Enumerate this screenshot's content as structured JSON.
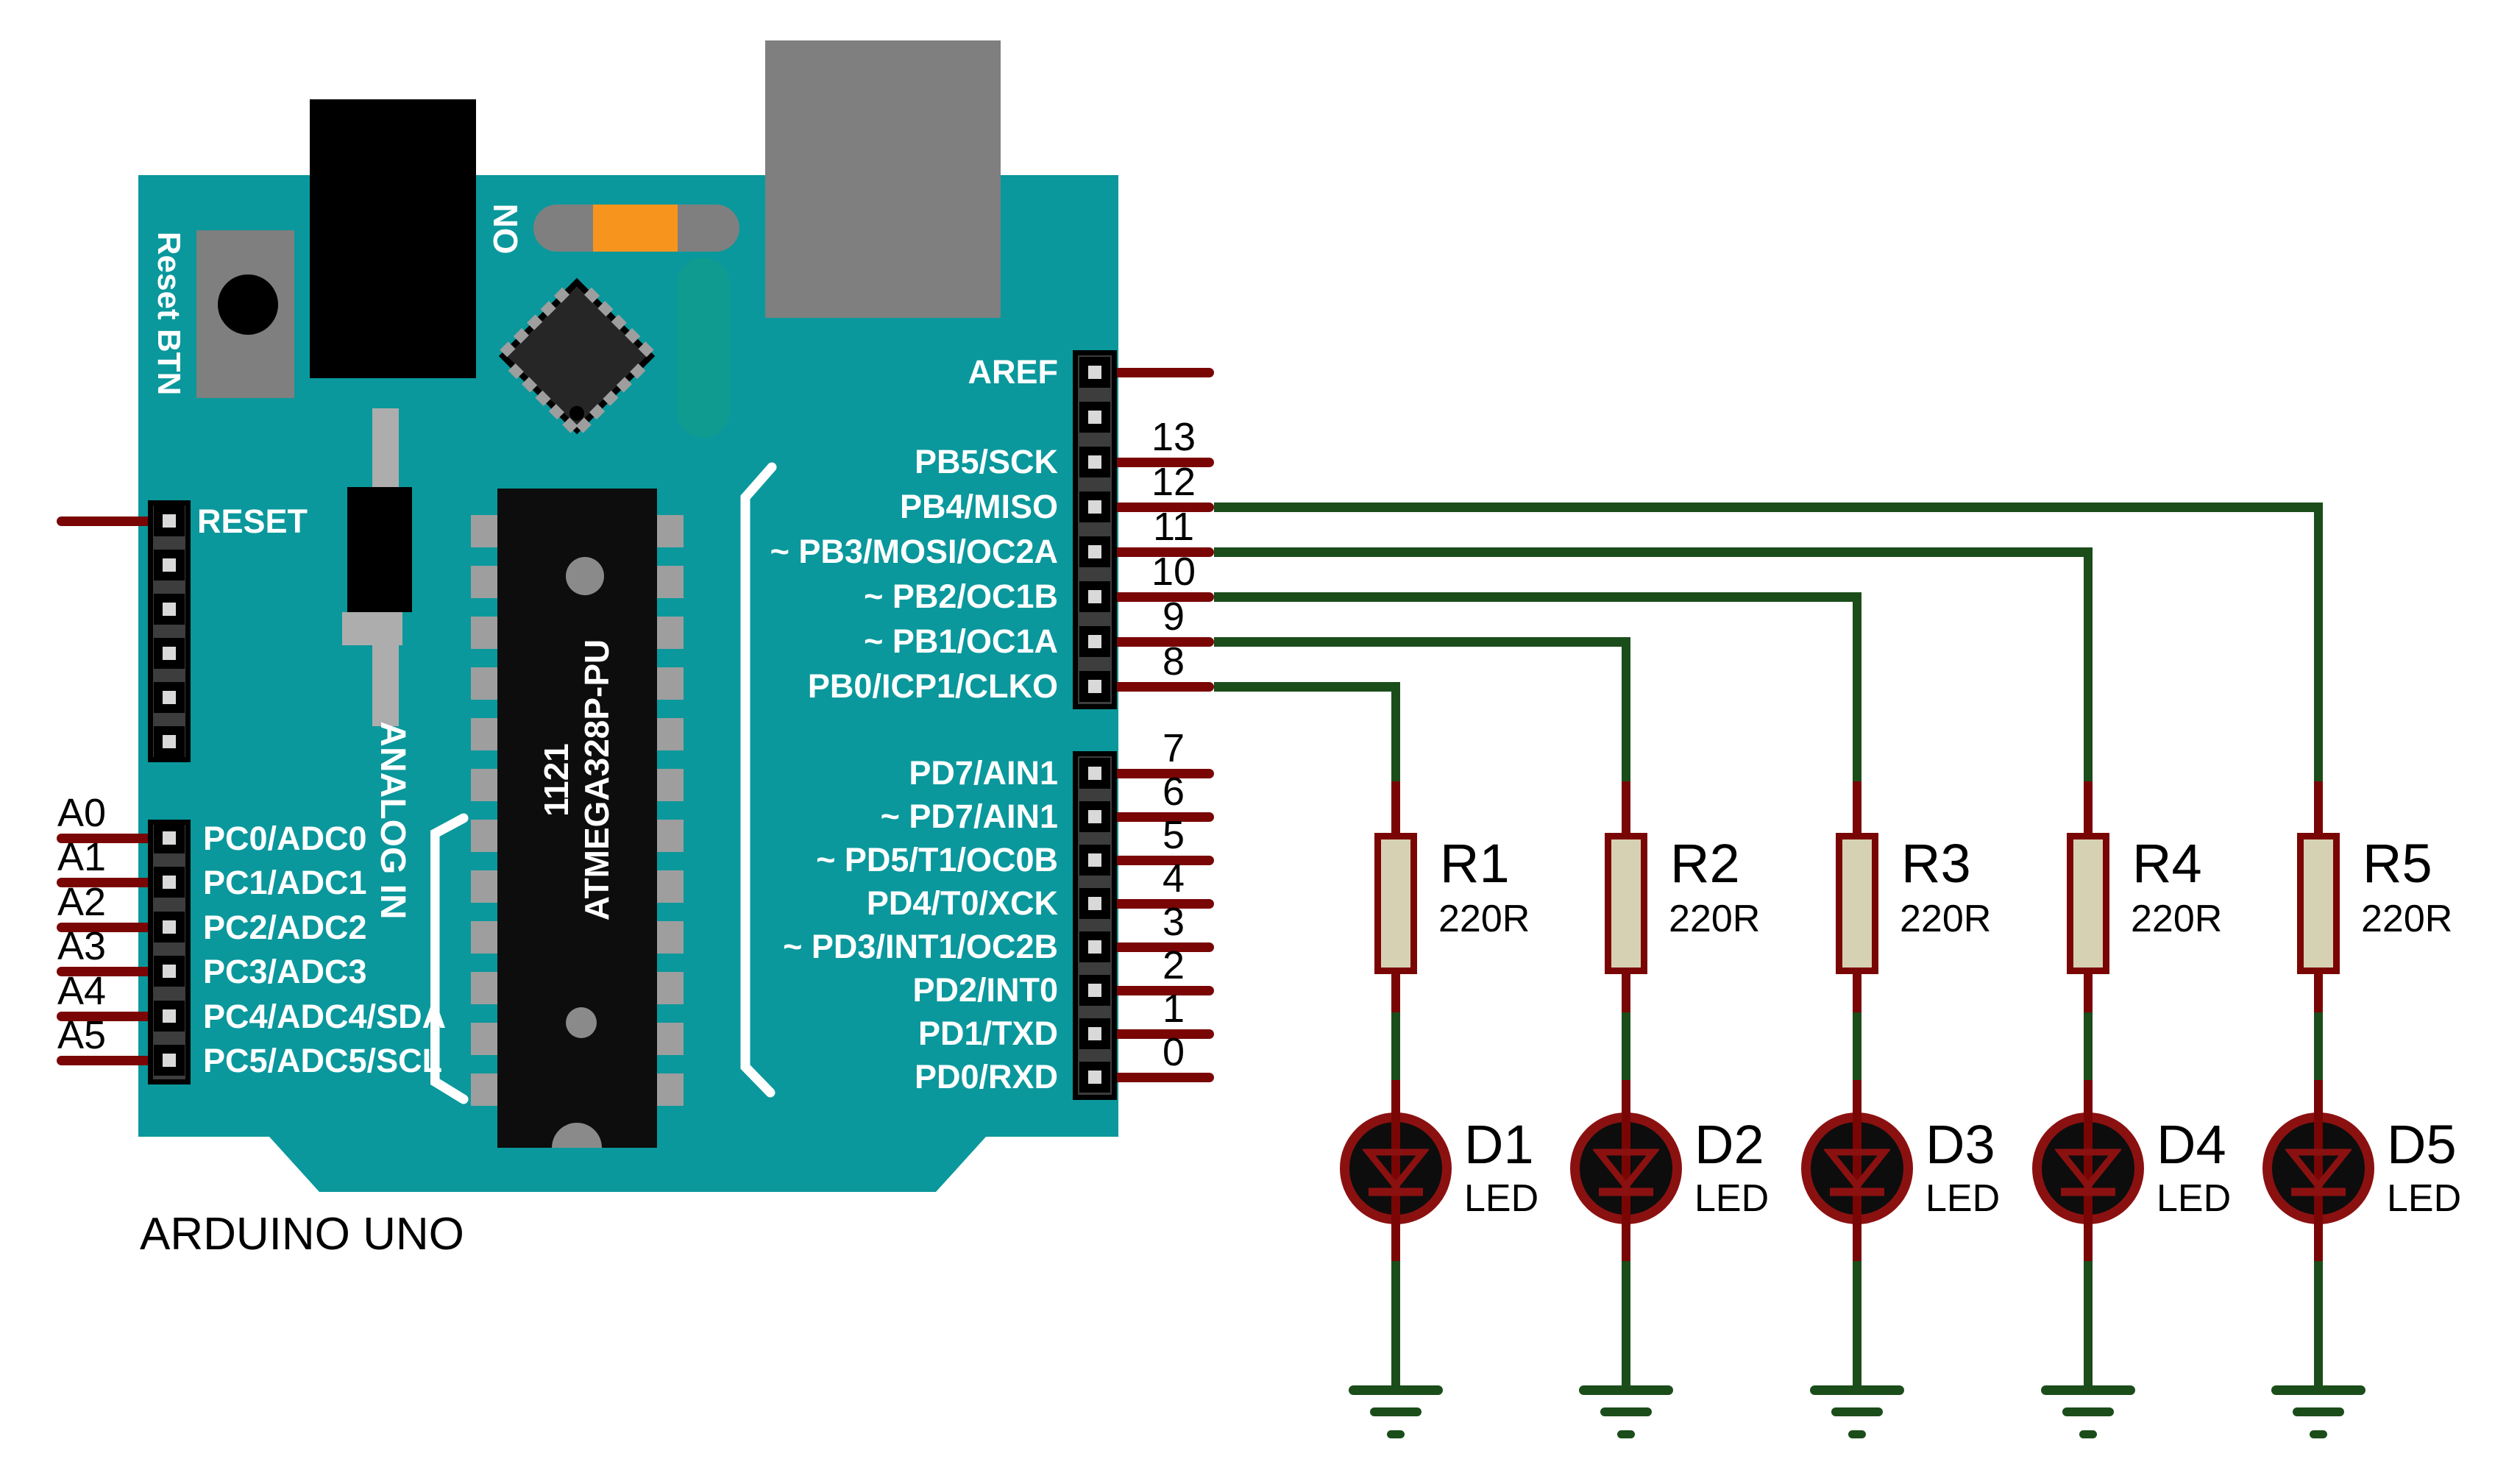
{
  "title": "ARDUINO UNO",
  "board_labels": {
    "reset_button": "Reset BTN",
    "power_led": "ON",
    "reset_pin": "RESET",
    "analog_section": "ANALOG IN",
    "chip_marking_line1": "1121",
    "chip_marking_line2": "ATMEGA328P-PU"
  },
  "digital_pins_top": [
    {
      "number": "",
      "label": "AREF",
      "wire": "stub",
      "column": null
    },
    {
      "number": "",
      "label": "",
      "wire": "none",
      "column": null
    },
    {
      "number": "13",
      "label": "PB5/SCK",
      "wire": "stub",
      "column": null
    },
    {
      "number": "12",
      "label": "PB4/MISO",
      "wire": "to-column",
      "column": 4
    },
    {
      "number": "11",
      "label": "~ PB3/MOSI/OC2A",
      "wire": "to-column",
      "column": 3
    },
    {
      "number": "10",
      "label": "~ PB2/OC1B",
      "wire": "to-column",
      "column": 2
    },
    {
      "number": "9",
      "label": "~ PB1/OC1A",
      "wire": "to-column",
      "column": 1
    },
    {
      "number": "8",
      "label": "PB0/ICP1/CLKO",
      "wire": "to-column",
      "column": 0
    }
  ],
  "digital_pins_bottom": [
    {
      "number": "7",
      "label": "PD7/AIN1",
      "wire": "stub"
    },
    {
      "number": "6",
      "label": "~ PD7/AIN1",
      "wire": "stub"
    },
    {
      "number": "5",
      "label": "~ PD5/T1/OC0B",
      "wire": "stub"
    },
    {
      "number": "4",
      "label": "PD4/T0/XCK",
      "wire": "stub"
    },
    {
      "number": "3",
      "label": "~ PD3/INT1/OC2B",
      "wire": "stub"
    },
    {
      "number": "2",
      "label": "PD2/INT0",
      "wire": "stub"
    },
    {
      "number": "1",
      "label": "PD1/TXD",
      "wire": "stub"
    },
    {
      "number": "0",
      "label": "PD0/RXD",
      "wire": "stub"
    }
  ],
  "analog_pins": [
    {
      "name": "A0",
      "label": "PC0/ADC0"
    },
    {
      "name": "A1",
      "label": "PC1/ADC1"
    },
    {
      "name": "A2",
      "label": "PC2/ADC2"
    },
    {
      "name": "A3",
      "label": "PC3/ADC3"
    },
    {
      "name": "A4",
      "label": "PC4/ADC4/SDA"
    },
    {
      "name": "A5",
      "label": "PC5/ADC5/SCL"
    }
  ],
  "circuit_columns": [
    {
      "resistor": "R1",
      "resistance": "220R",
      "led": "D1",
      "led_type": "LED",
      "arduino_pin": "8"
    },
    {
      "resistor": "R2",
      "resistance": "220R",
      "led": "D2",
      "led_type": "LED",
      "arduino_pin": "9"
    },
    {
      "resistor": "R3",
      "resistance": "220R",
      "led": "D3",
      "led_type": "LED",
      "arduino_pin": "10"
    },
    {
      "resistor": "R4",
      "resistance": "220R",
      "led": "D4",
      "led_type": "LED",
      "arduino_pin": "11"
    },
    {
      "resistor": "R5",
      "resistance": "220R",
      "led": "D5",
      "led_type": "LED",
      "arduino_pin": "12"
    }
  ],
  "colors": {
    "board_teal": "#0A989C",
    "wire_red": "#7A0505",
    "wire_green": "#1A4D1A",
    "resistor_fill": "#D6D1B2",
    "led_ring": "#8B1111",
    "led_fill": "#0D0D0D",
    "power_led_orange": "#F7941E",
    "connector_gray": "#7F7F7F",
    "header_fill": "#3D3D3D"
  }
}
